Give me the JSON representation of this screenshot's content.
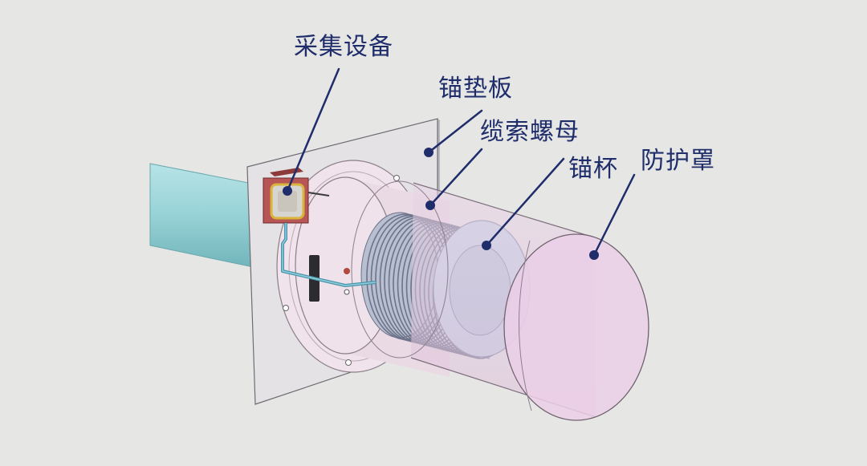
{
  "labels": {
    "collector": "采集设备",
    "anchor_plate": "锚垫板",
    "cable_nut": "缆索螺母",
    "anchor_cup": "锚杯",
    "shield": "防护罩"
  },
  "colors": {
    "background": "#e6e6e5",
    "label_text": "#1f2d6b",
    "leader_line": "#1f2d6b",
    "cable": "#8ecfd3",
    "shield": "#e7cde3",
    "plate": "#e3e1e4",
    "collector_box": "#b55454"
  },
  "icons": {
    "leader_dot": "filled-circle"
  }
}
